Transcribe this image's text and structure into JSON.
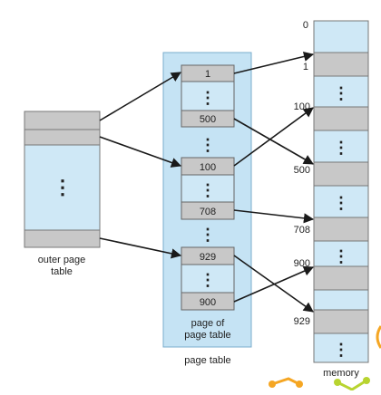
{
  "outer_page_table": {
    "label_line1": "outer page",
    "label_line2": "table",
    "ellipsis": "⋮"
  },
  "page_table": {
    "caption": "page table",
    "inner_label_line1": "page of",
    "inner_label_line2": "page table",
    "entries": {
      "e1": "1",
      "e500": "500",
      "e100": "100",
      "e708": "708",
      "e929": "929",
      "e900": "900"
    },
    "ellipsis": "⋮"
  },
  "memory": {
    "caption": "memory",
    "addresses": {
      "a0": "0",
      "a1": "1",
      "a100": "100",
      "a500": "500",
      "a708": "708",
      "a900": "900",
      "a929": "929"
    },
    "ellipsis": "⋮"
  },
  "colors": {
    "light_blue": "#cfe8f6",
    "gray": "#c8c8c8",
    "page_table_bg": "#c5e3f4",
    "stroke": "#555555",
    "arrow": "#1a1a1a",
    "decor_orange": "#f5a623",
    "decor_green": "#b8d430"
  }
}
